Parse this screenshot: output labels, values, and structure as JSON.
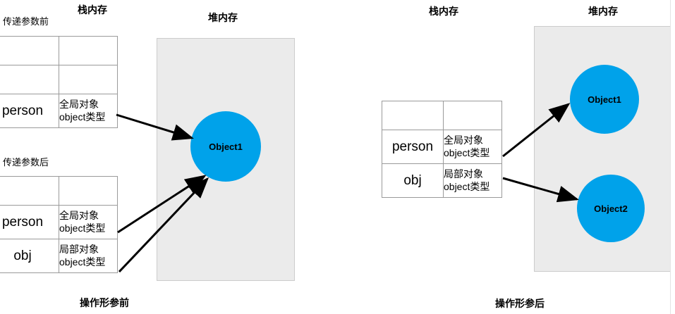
{
  "left_panel": {
    "before_label": "传递参数前",
    "after_label": "传递参数后",
    "stack_title": "栈内存",
    "heap_title": "堆内存",
    "caption": "操作形参前",
    "table_before": {
      "rows": [
        {
          "name": "",
          "desc_line1": "",
          "desc_line2": ""
        },
        {
          "name": "",
          "desc_line1": "",
          "desc_line2": ""
        },
        {
          "name": "person",
          "desc_line1": "全局对象",
          "desc_line2": "object类型"
        }
      ]
    },
    "table_after": {
      "rows": [
        {
          "name": "",
          "desc_line1": "",
          "desc_line2": ""
        },
        {
          "name": "person",
          "desc_line1": "全局对象",
          "desc_line2": "object类型"
        },
        {
          "name": "obj",
          "desc_line1": "局部对象",
          "desc_line2": "object类型"
        }
      ]
    },
    "heap_objects": [
      {
        "label": "Object1"
      }
    ]
  },
  "right_panel": {
    "stack_title": "栈内存",
    "heap_title": "堆内存",
    "caption": "操作形参后",
    "table": {
      "rows": [
        {
          "name": "",
          "desc_line1": "",
          "desc_line2": ""
        },
        {
          "name": "person",
          "desc_line1": "全局对象",
          "desc_line2": "object类型"
        },
        {
          "name": "obj",
          "desc_line1": "局部对象",
          "desc_line2": "object类型"
        }
      ]
    },
    "heap_objects": [
      {
        "label": "Object1"
      },
      {
        "label": "Object2"
      }
    ]
  },
  "colors": {
    "circle": "#00a2ea",
    "heap_bg": "#ebebeb",
    "heap_border": "#cccccc",
    "table_border": "#9a9a9a",
    "arrow": "#000000"
  }
}
